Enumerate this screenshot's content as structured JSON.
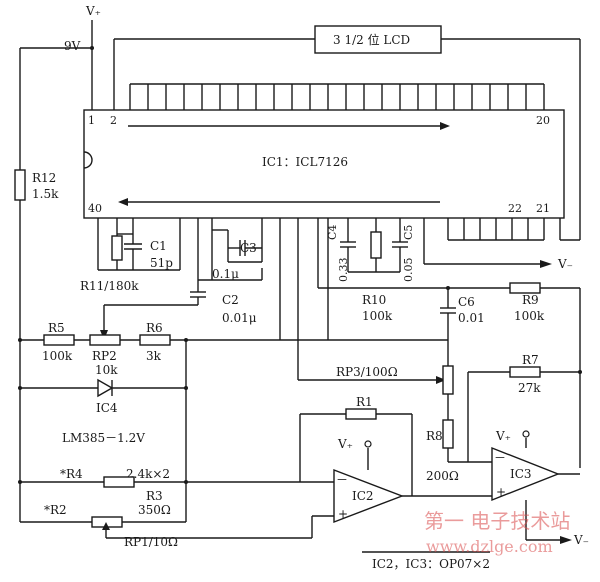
{
  "supply": {
    "vplus_top": "V₊",
    "nine_volt": "9V",
    "vplus": "V₊",
    "vminus": "V₋"
  },
  "lcd": {
    "label": "3 1/2 位 LCD"
  },
  "ic1": {
    "label": "IC1：ICL7126",
    "pin1": "1",
    "pin2": "2",
    "pin20": "20",
    "pin40": "40",
    "pin22": "22",
    "pin21": "21"
  },
  "components": {
    "r12": {
      "name": "R12",
      "value": "1.5k"
    },
    "r11": {
      "label": "R11/180k"
    },
    "c1": {
      "name": "C1",
      "value": "51p"
    },
    "c3": {
      "name": "C3",
      "value": "0.1μ"
    },
    "c2": {
      "name": "C2",
      "value": "0.01μ"
    },
    "c4": {
      "name": "C4",
      "value": "0.33"
    },
    "c5": {
      "name": "C5",
      "value": "0.05"
    },
    "r10": {
      "name": "R10",
      "value": "100k"
    },
    "c6": {
      "name": "C6",
      "value": "0.01"
    },
    "r9": {
      "name": "R9",
      "value": "100k"
    },
    "r5": {
      "name": "R5",
      "value": "100k"
    },
    "rp2": {
      "name": "RP2",
      "value": "10k"
    },
    "r6": {
      "name": "R6",
      "value": "3k"
    },
    "rp3": {
      "label": "RP3/100Ω"
    },
    "r7": {
      "name": "R7",
      "value": "27k"
    },
    "ic4": {
      "name": "IC4",
      "part": "LM385－1.2V"
    },
    "r1": {
      "name": "R1"
    },
    "r8": {
      "name": "R8",
      "value": "200Ω"
    },
    "r4": {
      "name": "*R4",
      "value": "2.4k×2"
    },
    "r3": {
      "name": "R3",
      "value": "350Ω"
    },
    "r2": {
      "name": "*R2"
    },
    "rp1": {
      "label": "RP1/10Ω"
    }
  },
  "opamps": {
    "ic2": "IC2",
    "ic3": "IC3",
    "note": "IC2，IC3：OP07×2",
    "minus": "－",
    "plus": "+"
  },
  "watermark": {
    "text": "第一 电子技术站",
    "url": "www.dzlge.com"
  }
}
